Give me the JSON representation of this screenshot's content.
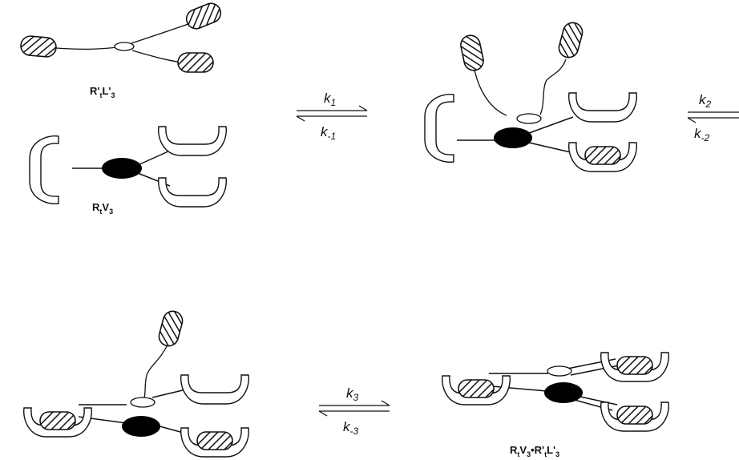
{
  "labels": {
    "ligand": {
      "base1": "R'",
      "sub1": "t",
      "base2": "L'",
      "sub2": "3"
    },
    "receptor": {
      "base1": "R",
      "sub1": "t",
      "base2": "V",
      "sub2": "3"
    },
    "complex": {
      "base1": "R",
      "sub1": "t",
      "base2": "V",
      "sub2": "3",
      "mid": "•R'",
      "sub3": "t",
      "base3": "L'",
      "sub4": "3"
    }
  },
  "rates": {
    "k1": {
      "base": "k",
      "sub": "1"
    },
    "km1": {
      "base": "k",
      "sub": "-1"
    },
    "k2": {
      "base": "k",
      "sub": "2"
    },
    "km2": {
      "base": "k",
      "sub": "-2"
    },
    "k3": {
      "base": "k",
      "sub": "3"
    },
    "km3": {
      "base": "k",
      "sub": "-3"
    }
  },
  "colors": {
    "stroke": "#111111",
    "core": "#000000",
    "hub": "#ffffff",
    "background": "#ffffff"
  },
  "icons": {
    "ligand_head": "hatched-capsule",
    "receptor_site": "u-shaped-cup",
    "receptor_core": "black-ellipse",
    "ligand_hub": "white-ellipse"
  }
}
